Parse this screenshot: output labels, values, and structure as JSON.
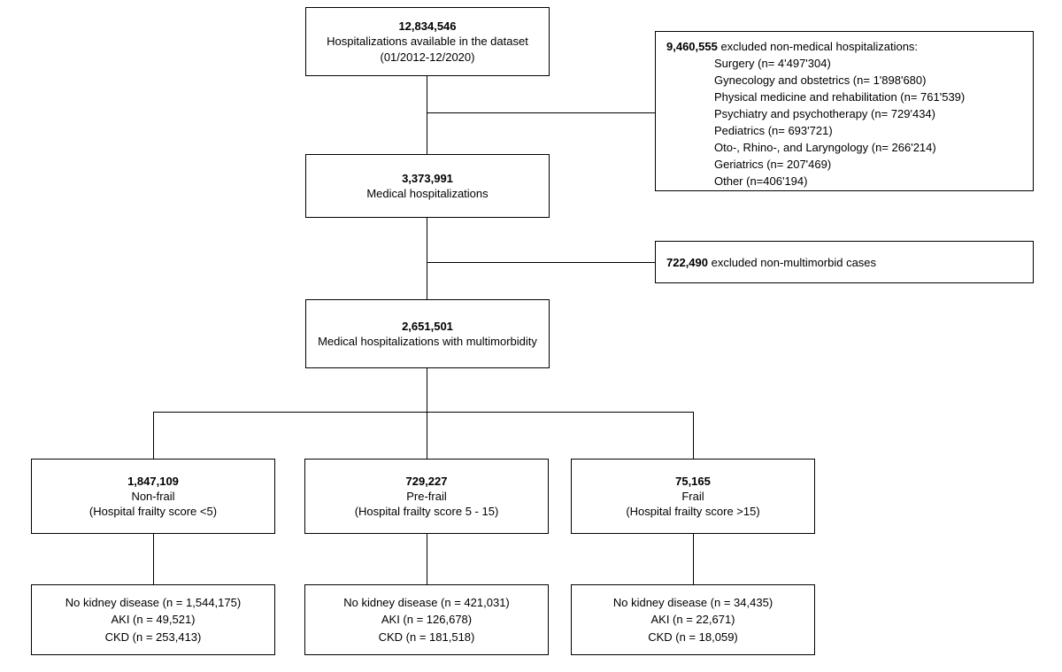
{
  "flow": {
    "box1": {
      "n": "12,834,546",
      "label": "Hospitalizations available in the dataset (01/2012-12/2020)"
    },
    "excl1": {
      "n": "9,460,555",
      "label": " excluded non-medical hospitalizations:",
      "items": [
        "Surgery (n= 4'497'304)",
        "Gynecology and obstetrics (n= 1'898'680)",
        "Physical medicine and rehabilitation (n= 761'539)",
        "Psychiatry and psychotherapy (n= 729'434)",
        "Pediatrics (n= 693'721)",
        "Oto-, Rhino-, and Laryngology (n= 266'214)",
        "Geriatrics (n= 207'469)",
        "Other (n=406'194)"
      ]
    },
    "box2": {
      "n": "3,373,991",
      "label": "Medical hospitalizations"
    },
    "excl2": {
      "n": "722,490",
      "label": " excluded non-multimorbid cases"
    },
    "box3": {
      "n": "2,651,501",
      "label": "Medical hospitalizations with multimorbidity"
    },
    "branches": [
      {
        "n": "1,847,109",
        "label": "Non-frail",
        "sub": "(Hospital frailty score <5)",
        "outcomes": [
          "No kidney disease (n = 1,544,175)",
          "AKI (n = 49,521)",
          "CKD (n = 253,413)"
        ]
      },
      {
        "n": "729,227",
        "label": "Pre-frail",
        "sub": "(Hospital frailty score 5 - 15)",
        "outcomes": [
          "No kidney disease (n = 421,031)",
          "AKI (n = 126,678)",
          "CKD (n = 181,518)"
        ]
      },
      {
        "n": "75,165",
        "label": "Frail",
        "sub": "(Hospital frailty score >15)",
        "outcomes": [
          "No kidney disease (n = 34,435)",
          "AKI (n = 22,671)",
          "CKD (n = 18,059)"
        ]
      }
    ]
  }
}
